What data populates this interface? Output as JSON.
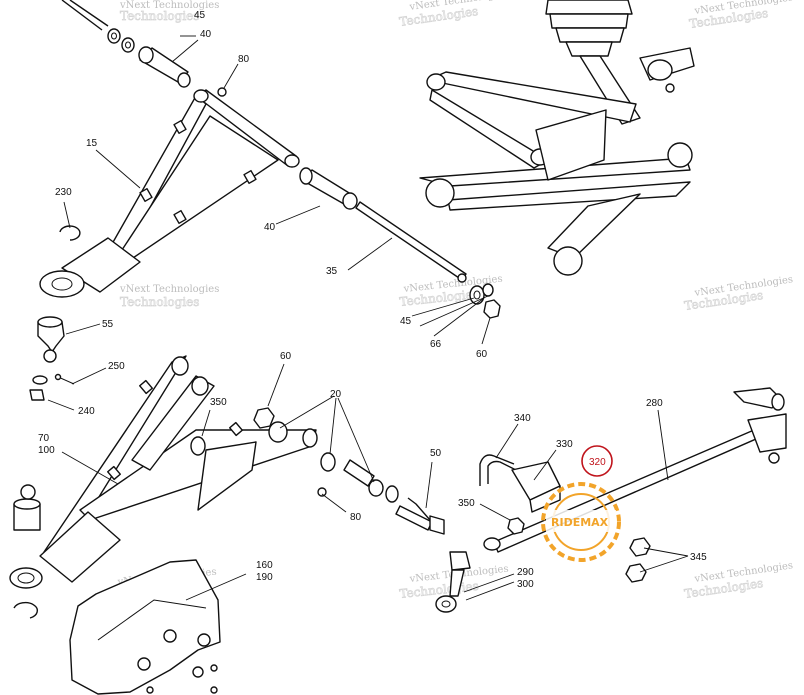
{
  "watermark": {
    "text_line1": "vNext Technologies",
    "text_line2": "Technologies"
  },
  "logo": {
    "text": "RIDEMAX"
  },
  "highlight": {
    "label": "320",
    "color": "#c0141c"
  },
  "logo_color": "#f2a42a",
  "callouts": {
    "c45a": "45",
    "c40a": "40",
    "c80a": "80",
    "c15": "15",
    "c230": "230",
    "c40b": "40",
    "c35": "35",
    "c45b": "45",
    "c66": "66",
    "c60a": "60",
    "c55": "55",
    "c250": "250",
    "c240": "240",
    "c60b": "60",
    "c350a": "350",
    "c70": "70",
    "c100": "100",
    "c20": "20",
    "c50": "50",
    "c80b": "80",
    "c160": "160",
    "c190": "190",
    "c340": "340",
    "c330": "330",
    "c280": "280",
    "c350b": "350",
    "c345": "345",
    "c290": "290",
    "c300": "300"
  }
}
